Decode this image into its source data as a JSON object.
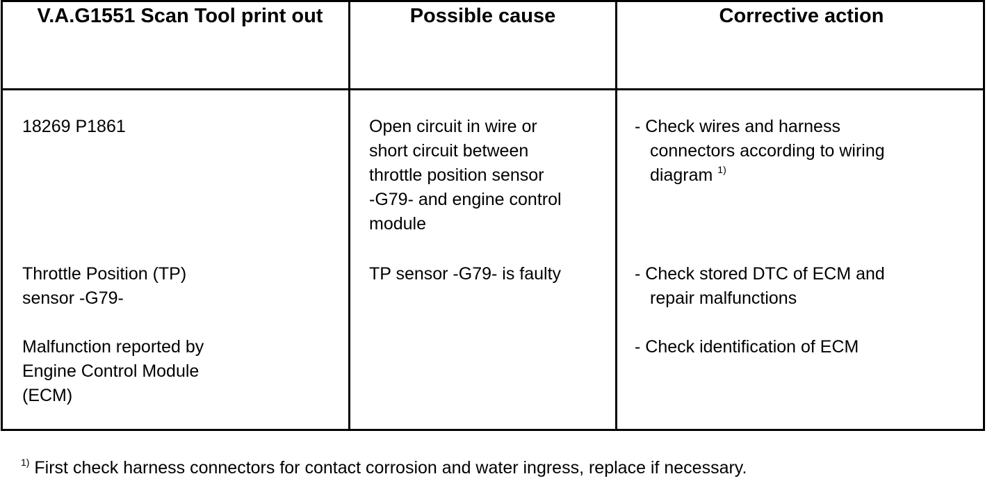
{
  "table": {
    "headers": {
      "col1": "V.A.G1551 Scan Tool print out",
      "col2": "Possible cause",
      "col3": "Corrective action"
    },
    "rows": [
      {
        "printout": "18269 P1861",
        "cause": "Open circuit in wire or\nshort circuit between\nthrottle position sensor\n-G79- and engine control\nmodule",
        "action_line1": "- Check wires and harness",
        "action_line2": "connectors according to wiring",
        "action_line3": "diagram",
        "action_sup": "1)"
      },
      {
        "printout": "Throttle Position (TP)\nsensor -G79-\n\nMalfunction reported by\nEngine Control Module\n(ECM)",
        "cause": "TP sensor -G79- is faulty",
        "action1_line1": "- Check stored DTC of ECM and",
        "action1_line2": "repair malfunctions",
        "action2": "- Check identification of ECM"
      }
    ]
  },
  "footnote": {
    "marker": "1)",
    "text": "First check harness connectors for contact corrosion and water ingress, replace if necessary."
  }
}
